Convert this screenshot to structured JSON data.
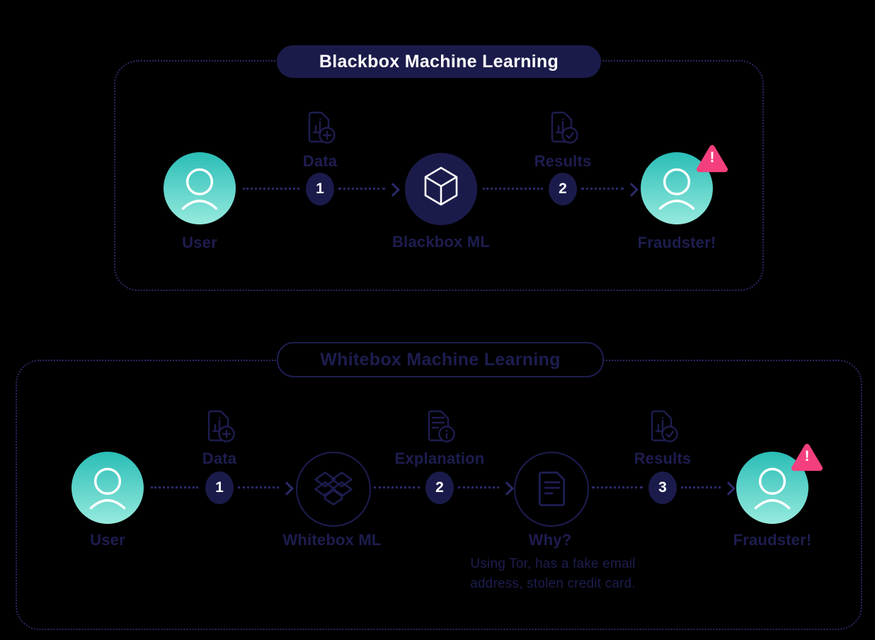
{
  "blackbox": {
    "title": "Blackbox Machine Learning",
    "user_label": "User",
    "data_label": "Data",
    "step_1": "1",
    "ml_label": "Blackbox ML",
    "results_label": "Results",
    "step_2": "2",
    "fraudster_label": "Fraudster!",
    "alert_mark": "!"
  },
  "whitebox": {
    "title": "Whitebox Machine Learning",
    "user_label": "User",
    "data_label": "Data",
    "step_1": "1",
    "ml_label": "Whitebox ML",
    "explanation_label": "Explanation",
    "step_2": "2",
    "why_label": "Why?",
    "why_description_line1": "Using Tor, has a fake email",
    "why_description_line2": "address, stolen credit card.",
    "results_label": "Results",
    "step_3": "3",
    "fraudster_label": "Fraudster!",
    "alert_mark": "!"
  },
  "icons": {
    "user": "person-icon",
    "data": "document-add-icon",
    "results": "document-check-icon",
    "explanation": "document-info-icon",
    "blackbox_ml": "cube-icon",
    "whitebox_ml": "open-box-icon",
    "why": "document-icon",
    "alert": "warning-triangle-icon",
    "arrow": "chevron-right-icon"
  },
  "colors": {
    "background": "#000000",
    "navy_fill": "#1b1b4b",
    "navy_text": "#1d1d50",
    "dotted_line": "#2a2a68",
    "alert_pink": "#f43f7e",
    "avatar_teal_top": "#29bdb6",
    "avatar_teal_bottom": "#97eade",
    "white": "#ffffff"
  }
}
